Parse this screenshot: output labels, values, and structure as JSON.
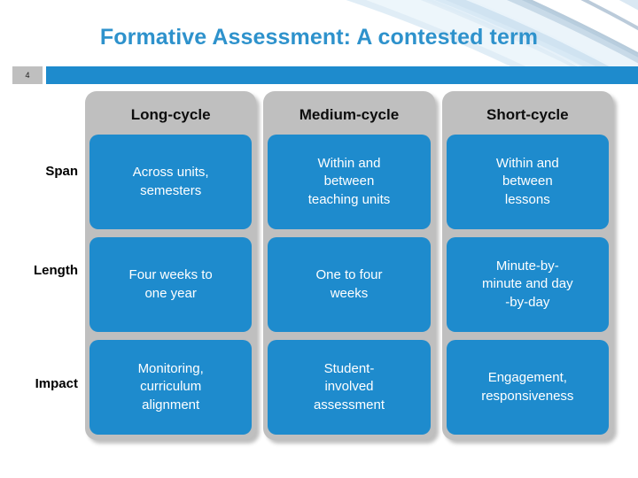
{
  "slide": {
    "title": "Formative Assessment: A contested term",
    "number": "4",
    "title_color": "#2E92CC",
    "accent_color": "#1E8BCD",
    "panel_color": "#BFBFBF"
  },
  "matrix": {
    "row_labels": [
      "Span",
      "Length",
      "Impact"
    ],
    "columns": [
      {
        "header": "Long-cycle",
        "cells": [
          "Across units,\nsemesters",
          "Four weeks to\none year",
          "Monitoring,\ncurriculum\nalignment"
        ]
      },
      {
        "header": "Medium-cycle",
        "cells": [
          "Within and\nbetween\nteaching units",
          "One to four\nweeks",
          "Student-\ninvolved\nassessment"
        ]
      },
      {
        "header": "Short-cycle",
        "cells": [
          "Within and\nbetween\nlessons",
          "Minute-by-\nminute and day\n-by-day",
          "Engagement,\nresponsiveness"
        ]
      }
    ]
  }
}
